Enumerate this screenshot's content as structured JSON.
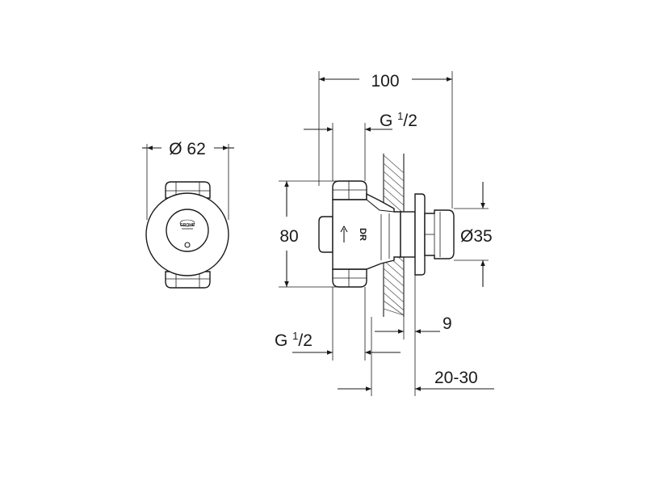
{
  "dimensions": {
    "diameter_front": "Ø 62",
    "total_length": "100",
    "thread_top_main": "G ",
    "thread_top_num": "1",
    "thread_top_den": "/2",
    "height": "80",
    "diameter_cap": "Ø35",
    "thread_bottom_main": "G ",
    "thread_bottom_num": "1",
    "thread_bottom_den": "/2",
    "offset": "9",
    "wall_range": "20-30"
  },
  "body_stamp": {
    "text": "DR"
  },
  "logo": {
    "text": "GROHE"
  },
  "colors": {
    "line": "#1a1a1a",
    "background": "#ffffff"
  }
}
